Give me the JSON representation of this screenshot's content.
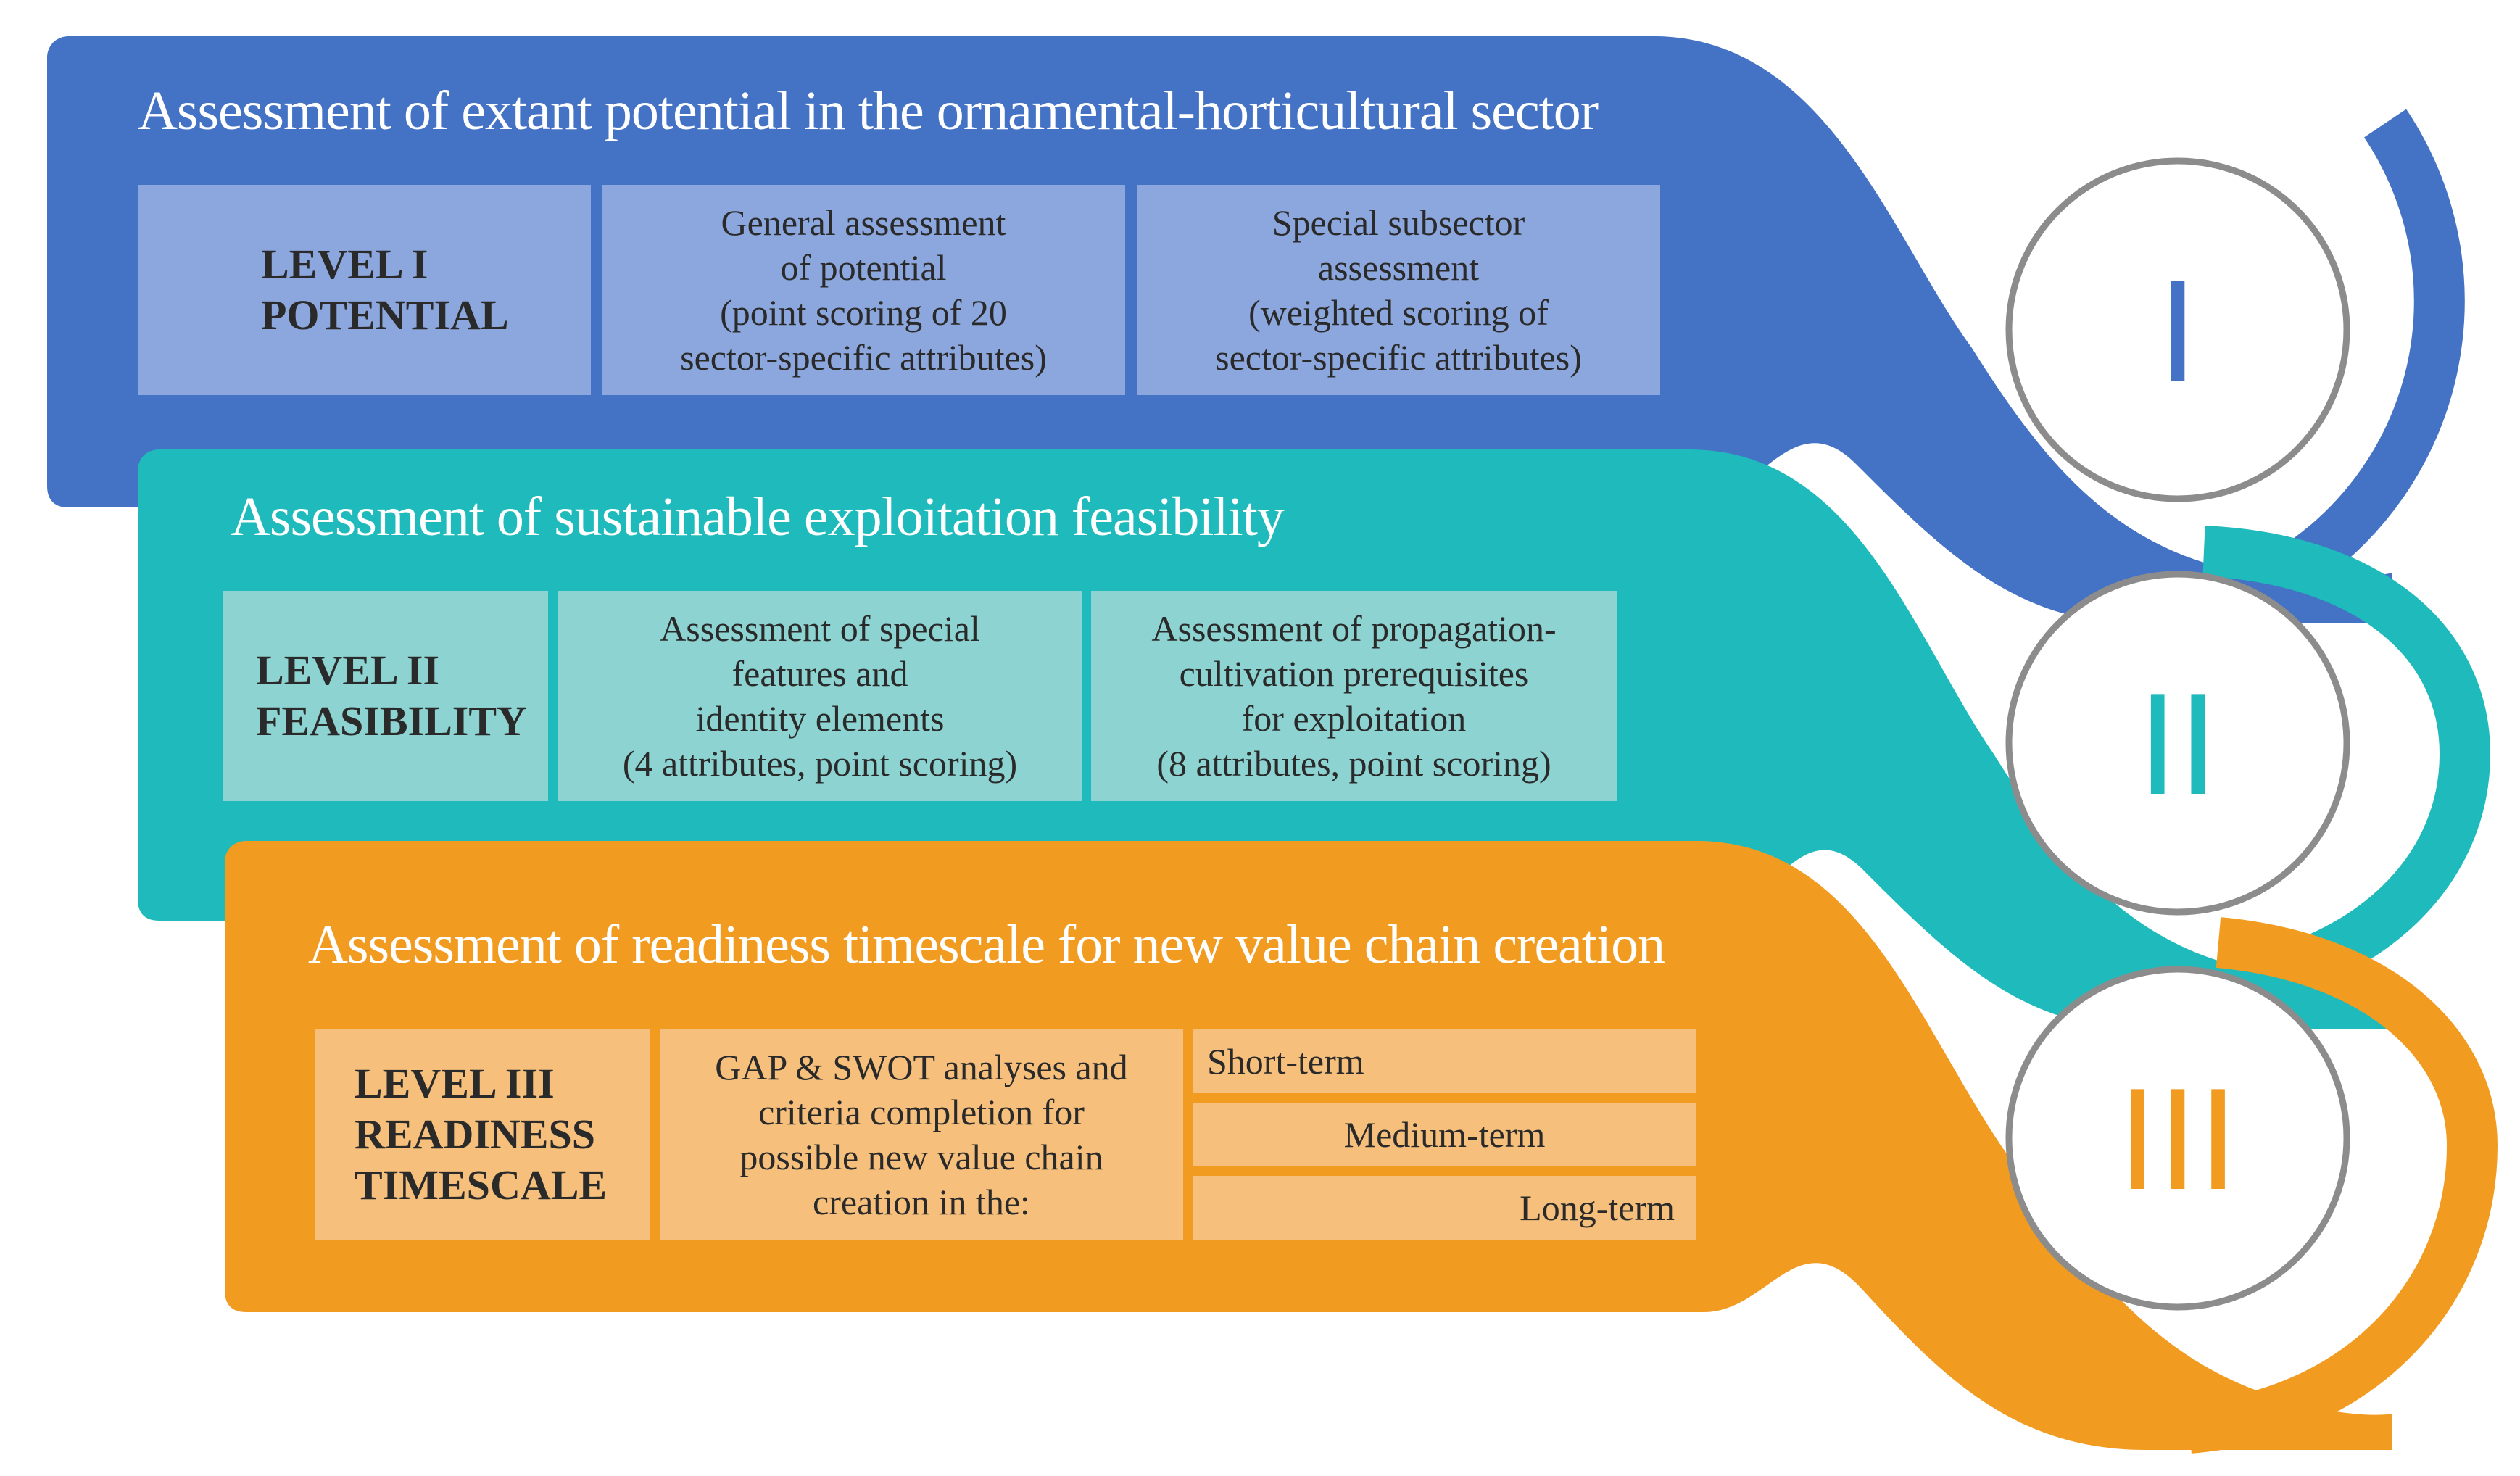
{
  "colors": {
    "level1": "#4472c4",
    "level2": "#1fbabb",
    "level3": "#f29b21",
    "circle_fill": "#ffffff",
    "circle_stroke": "#8c8c8c"
  },
  "levels": [
    {
      "title": "Assessment of extant potential in the ornamental-horticultural sector",
      "level_label": "LEVEL I\nPOTENTIAL",
      "numeral": "I",
      "boxes": [
        "General assessment\nof potential\n(point scoring of 20\nsector-specific attributes)",
        "Special subsector\nassessment\n(weighted scoring of\nsector-specific attributes)"
      ]
    },
    {
      "title": "Assessment of sustainable exploitation feasibility",
      "level_label": "LEVEL II\nFEASIBILITY",
      "numeral": "II",
      "boxes": [
        "Assessment of special\nfeatures and\nidentity elements\n(4 attributes, point scoring)",
        "Assessment of propagation-\ncultivation prerequisites\nfor exploitation\n(8 attributes, point scoring)"
      ]
    },
    {
      "title": "Assessment of readiness timescale for new value chain creation",
      "level_label": "LEVEL III\nREADINESS\nTIMESCALE",
      "numeral": "III",
      "boxes": [
        "GAP & SWOT analyses and\ncriteria completion for\npossible new value chain\ncreation in the:"
      ],
      "terms": [
        "Short-term",
        "Medium-term",
        "Long-term"
      ]
    }
  ]
}
